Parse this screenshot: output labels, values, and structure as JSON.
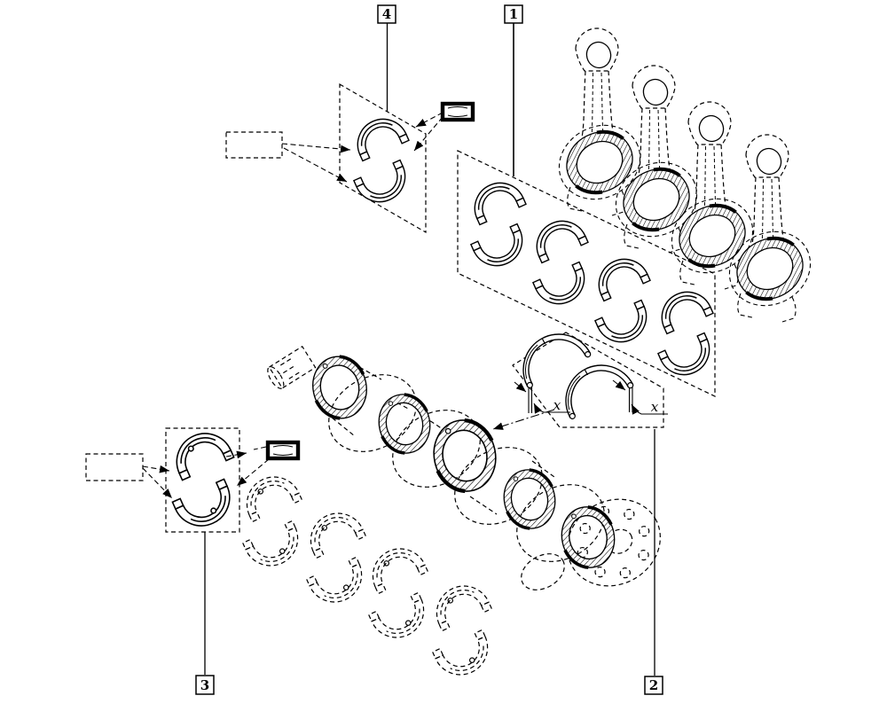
{
  "figure": {
    "background_color": "#ffffff",
    "line_color": "#000000",
    "style": "monochrome exploded-view parts line drawing"
  },
  "callouts": {
    "c1": {
      "label": "1"
    },
    "c2": {
      "label": "2"
    },
    "c3": {
      "label": "3"
    },
    "c4": {
      "label": "4"
    }
  },
  "marks": {
    "xA": {
      "label": "x"
    },
    "xB": {
      "label": "x"
    }
  },
  "parts": {
    "conrod_bearing_shell_set": {
      "callout": "1",
      "shell_pairs": 4
    },
    "thrust_washers": {
      "callout": "2",
      "count": 2,
      "thickness_mark": "x"
    },
    "main_bearing_shell_set": {
      "callout": "3",
      "shell_pairs": 5
    },
    "conrod_bearing_shell_detail": {
      "callout": "4",
      "shell_pairs": 1
    },
    "connecting_rods": {
      "count": 4
    },
    "crankshaft": {
      "main_journals": 5
    },
    "retaining_clips": {
      "count": 2
    },
    "label_placeholders": {
      "count": 2
    }
  }
}
